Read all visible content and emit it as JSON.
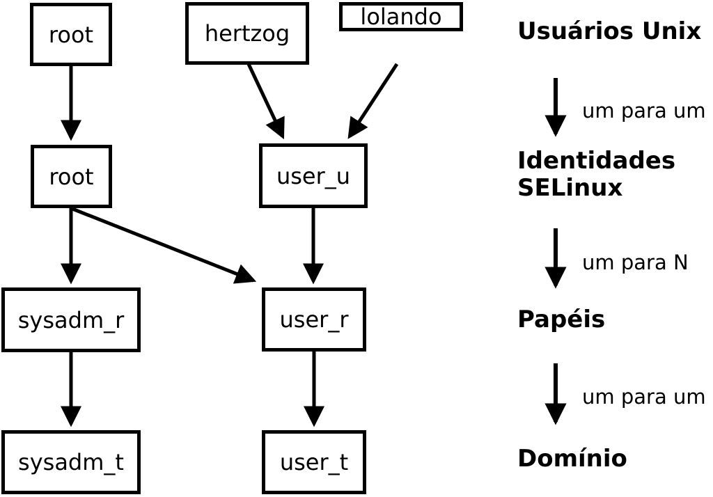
{
  "colors": {
    "foreground": "#000000",
    "background": "#ffffff"
  },
  "nodes": {
    "root_unix": "root",
    "hertzog": "hertzog",
    "lolando": "lolando",
    "root_selinux": "root",
    "user_u": "user_u",
    "sysadm_r": "sysadm_r",
    "user_r": "user_r",
    "sysadm_t": "sysadm_t",
    "user_t": "user_t"
  },
  "edges": [
    {
      "from": "root_unix",
      "to": "root_selinux"
    },
    {
      "from": "hertzog",
      "to": "user_u"
    },
    {
      "from": "lolando",
      "to": "user_u"
    },
    {
      "from": "root_selinux",
      "to": "sysadm_r"
    },
    {
      "from": "root_selinux",
      "to": "user_r"
    },
    {
      "from": "user_u",
      "to": "user_r"
    },
    {
      "from": "sysadm_r",
      "to": "sysadm_t"
    },
    {
      "from": "user_r",
      "to": "user_t"
    }
  ],
  "legend": {
    "levels": [
      "Usuários Unix",
      "Identidades\nSELinux",
      "Papéis",
      "Domínio"
    ],
    "relations": [
      "um para um",
      "um para N",
      "um para um"
    ]
  }
}
